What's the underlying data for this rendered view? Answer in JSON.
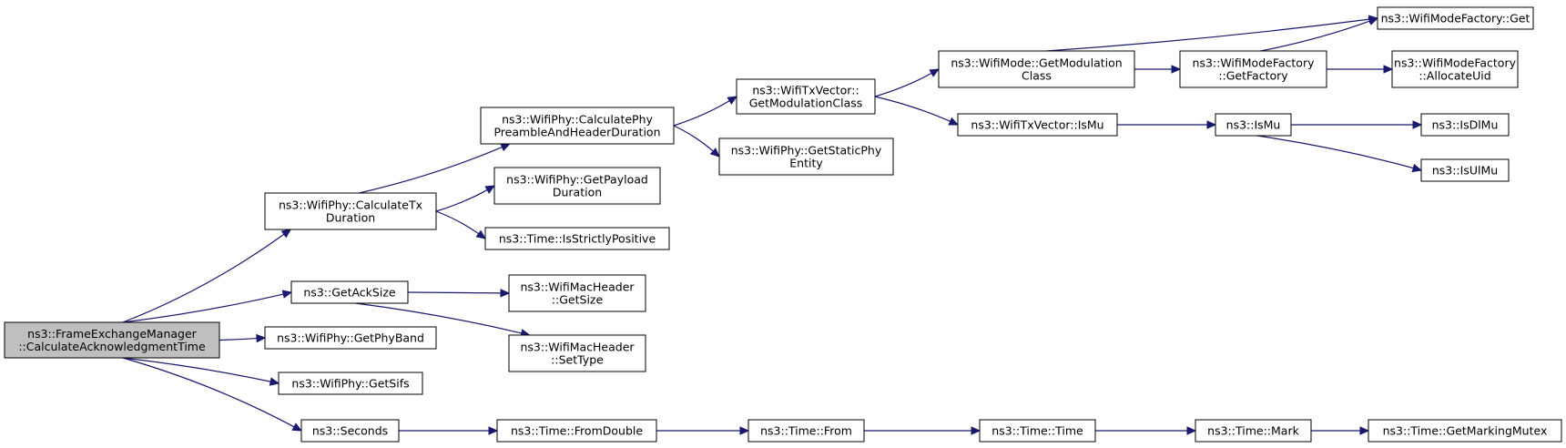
{
  "nodes": [
    {
      "id": "fem",
      "lines": [
        "ns3::FrameExchangeManager",
        "::CalculateAcknowledgmentTime"
      ],
      "root": true
    },
    {
      "id": "calctx",
      "lines": [
        "ns3::WifiPhy::CalculateTx",
        "Duration"
      ]
    },
    {
      "id": "getack",
      "lines": [
        "ns3::GetAckSize"
      ]
    },
    {
      "id": "getphyband",
      "lines": [
        "ns3::WifiPhy::GetPhyBand"
      ]
    },
    {
      "id": "getsifs",
      "lines": [
        "ns3::WifiPhy::GetSifs"
      ]
    },
    {
      "id": "seconds",
      "lines": [
        "ns3::Seconds"
      ]
    },
    {
      "id": "calcphy",
      "lines": [
        "ns3::WifiPhy::CalculatePhy",
        "PreambleAndHeaderDuration"
      ]
    },
    {
      "id": "getpayload",
      "lines": [
        "ns3::WifiPhy::GetPayload",
        "Duration"
      ]
    },
    {
      "id": "strictpos",
      "lines": [
        "ns3::Time::IsStrictlyPositive"
      ]
    },
    {
      "id": "machdrsize",
      "lines": [
        "ns3::WifiMacHeader",
        "::GetSize"
      ]
    },
    {
      "id": "machdrtype",
      "lines": [
        "ns3::WifiMacHeader",
        "::SetType"
      ]
    },
    {
      "id": "fromdouble",
      "lines": [
        "ns3::Time::FromDouble"
      ]
    },
    {
      "id": "txvecmod",
      "lines": [
        "ns3::WifiTxVector::",
        "GetModulationClass"
      ]
    },
    {
      "id": "staticphy",
      "lines": [
        "ns3::WifiPhy::GetStaticPhy",
        "Entity"
      ]
    },
    {
      "id": "timefrom",
      "lines": [
        "ns3::Time::From"
      ]
    },
    {
      "id": "modemod",
      "lines": [
        "ns3::WifiMode::GetModulation",
        "Class"
      ]
    },
    {
      "id": "txvecismu",
      "lines": [
        "ns3::WifiTxVector::IsMu"
      ]
    },
    {
      "id": "timetime",
      "lines": [
        "ns3::Time::Time"
      ]
    },
    {
      "id": "factory",
      "lines": [
        "ns3::WifiModeFactory",
        "::GetFactory"
      ]
    },
    {
      "id": "ismu",
      "lines": [
        "ns3::IsMu"
      ]
    },
    {
      "id": "timemark",
      "lines": [
        "ns3::Time::Mark"
      ]
    },
    {
      "id": "factoryget",
      "lines": [
        "ns3::WifiModeFactory::Get"
      ]
    },
    {
      "id": "allocuid",
      "lines": [
        "ns3::WifiModeFactory",
        "::AllocateUid"
      ]
    },
    {
      "id": "isdlmu",
      "lines": [
        "ns3::IsDlMu"
      ]
    },
    {
      "id": "isulmu",
      "lines": [
        "ns3::IsUlMu"
      ]
    },
    {
      "id": "markmutex",
      "lines": [
        "ns3::Time::GetMarkingMutex"
      ]
    }
  ],
  "edges": [
    [
      "fem",
      "calctx"
    ],
    [
      "fem",
      "getack"
    ],
    [
      "fem",
      "getphyband"
    ],
    [
      "fem",
      "getsifs"
    ],
    [
      "fem",
      "seconds"
    ],
    [
      "calctx",
      "calcphy"
    ],
    [
      "calctx",
      "getpayload"
    ],
    [
      "calctx",
      "strictpos"
    ],
    [
      "getack",
      "machdrsize"
    ],
    [
      "getack",
      "machdrtype"
    ],
    [
      "seconds",
      "fromdouble"
    ],
    [
      "calcphy",
      "txvecmod"
    ],
    [
      "calcphy",
      "staticphy"
    ],
    [
      "fromdouble",
      "timefrom"
    ],
    [
      "txvecmod",
      "modemod"
    ],
    [
      "txvecmod",
      "txvecismu"
    ],
    [
      "timefrom",
      "timetime"
    ],
    [
      "modemod",
      "factoryget"
    ],
    [
      "modemod",
      "factory"
    ],
    [
      "txvecismu",
      "ismu"
    ],
    [
      "timetime",
      "timemark"
    ],
    [
      "factory",
      "factoryget"
    ],
    [
      "factory",
      "allocuid"
    ],
    [
      "ismu",
      "isdlmu"
    ],
    [
      "ismu",
      "isulmu"
    ],
    [
      "timemark",
      "markmutex"
    ]
  ]
}
